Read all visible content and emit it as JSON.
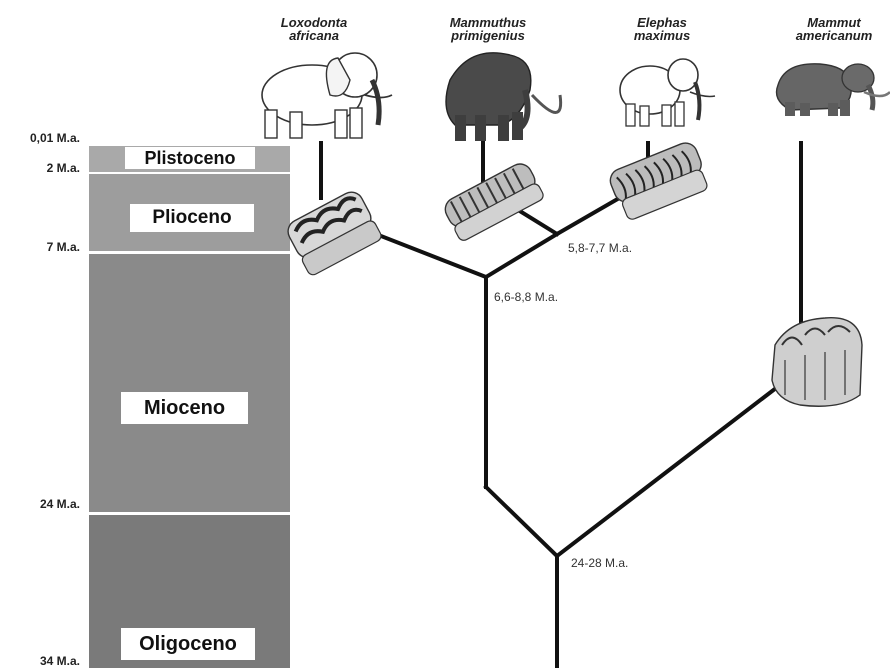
{
  "epochs": {
    "pleistocene": "Plistoceno",
    "pliocene": "Plioceno",
    "miocene": "Mioceno",
    "oligocene": "Oligoceno"
  },
  "time_marks": {
    "m001": "0,01 M.a.",
    "m2": "2 M.a.",
    "m7": "7 M.a.",
    "m24": "24 M.a.",
    "m34": "34 M.a."
  },
  "species": {
    "loxodonta": {
      "genus": "Loxodonta",
      "epithet": "africana"
    },
    "mammuthus": {
      "genus": "Mammuthus",
      "epithet": "primigenius"
    },
    "elephas": {
      "genus": "Elephas",
      "epithet": "maximus"
    },
    "mammut": {
      "genus": "Mammut",
      "epithet": "americanum"
    }
  },
  "divergences": {
    "elephas_mammuthus": "5,8-7,7 M.a.",
    "loxodonta_split": "6,6-8,8 M.a.",
    "mammut_split": "24-28 M.a."
  }
}
